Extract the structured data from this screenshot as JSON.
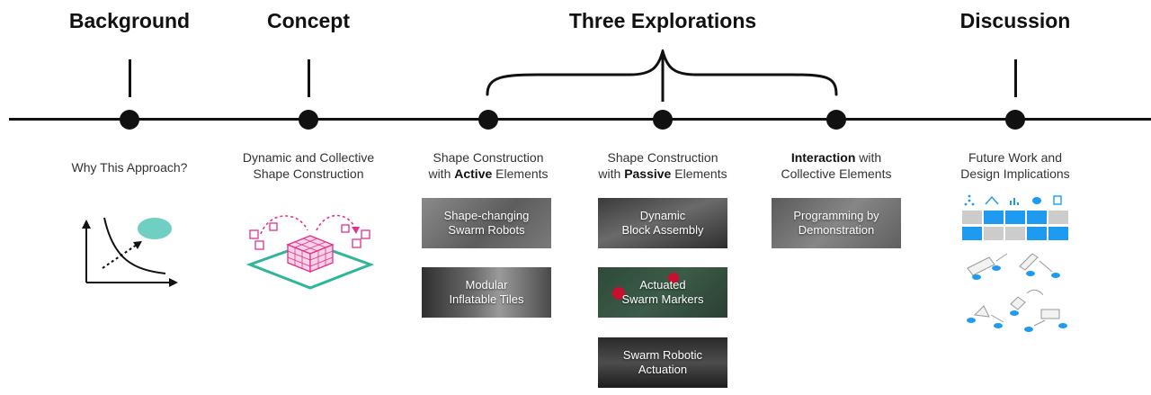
{
  "headings": {
    "background": "Background",
    "concept": "Concept",
    "explorations": "Three Explorations",
    "discussion": "Discussion"
  },
  "stages": {
    "background": {
      "line1": "Why This Approach?"
    },
    "concept": {
      "line1": "Dynamic and Collective",
      "line2": "Shape Construction"
    },
    "active": {
      "pre": "Shape Construction",
      "line2_pre": "with ",
      "bold": "Active",
      "line2_post": " Elements"
    },
    "passive": {
      "pre": "Shape Construction",
      "line2_pre": "with ",
      "bold": "Passive",
      "line2_post": " Elements"
    },
    "interaction": {
      "bold": "Interaction",
      "line1_post": " with",
      "line2": "Collective Elements"
    },
    "discussion": {
      "line1": "Future Work and",
      "line2": "Design Implications"
    }
  },
  "thumbnails": {
    "active": [
      {
        "line1": "Shape-changing",
        "line2": "Swarm Robots"
      },
      {
        "line1": "Modular",
        "line2": "Inflatable Tiles"
      }
    ],
    "passive": [
      {
        "line1": "Dynamic",
        "line2": "Block Assembly"
      },
      {
        "line1": "Actuated",
        "line2": "Swarm Markers"
      },
      {
        "line1": "Swarm Robotic",
        "line2": "Actuation"
      }
    ],
    "interaction": [
      {
        "line1": "Programming by",
        "line2": "Demonstration"
      }
    ]
  },
  "icons": {
    "background": "tradeoff-curve-icon",
    "concept": "shape-construction-cube-icon",
    "discussion": "design-implications-grid-icon"
  },
  "colors": {
    "timeline": "#111111",
    "teal": "#6fcfc2",
    "magenta": "#e0328c",
    "blue": "#1e9bf0",
    "gray": "#cccccc",
    "green": "#2fb59a"
  }
}
